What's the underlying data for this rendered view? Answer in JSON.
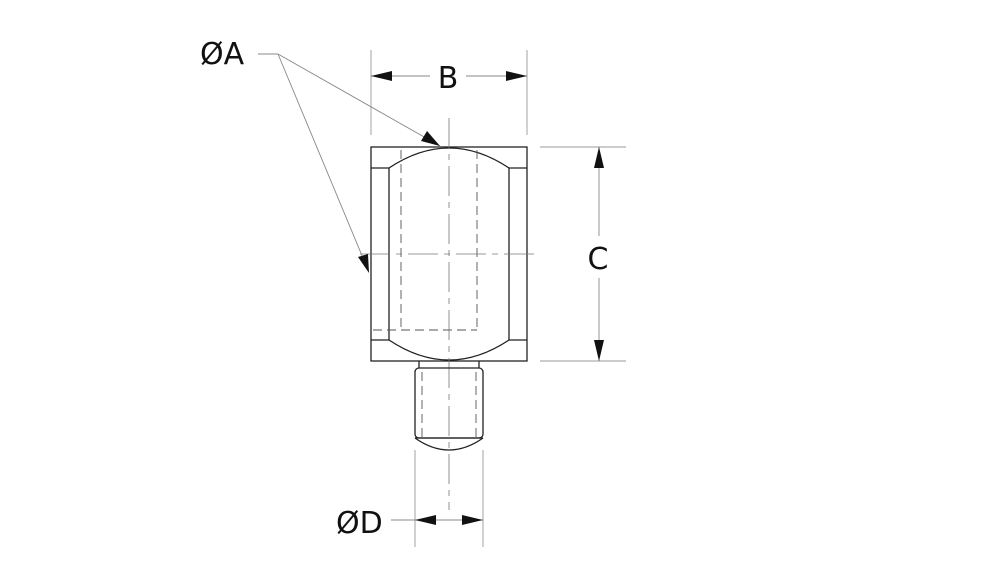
{
  "drawing": {
    "type": "technical-dimension-drawing",
    "subject": "ball end stud (side view)",
    "labels": {
      "A": "ØA",
      "B": "B",
      "C": "C",
      "D": "ØD"
    },
    "colors": {
      "background": "#ffffff",
      "object_line": "#222222",
      "dimension_line": "#888888",
      "text": "#111111"
    }
  }
}
